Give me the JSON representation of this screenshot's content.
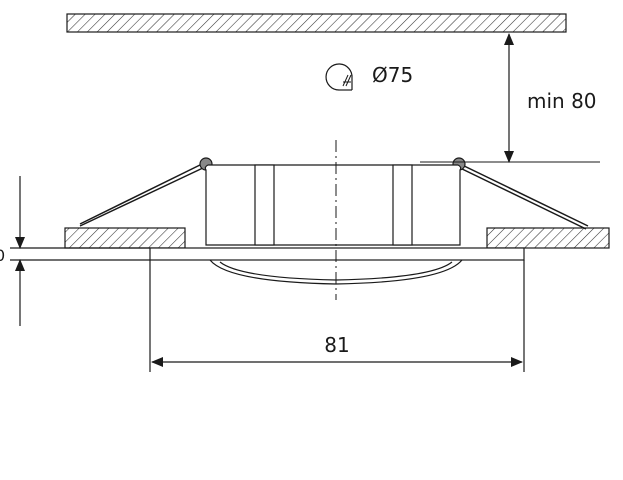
{
  "labels": {
    "cutout_diameter": "Ø75",
    "min_clearance": "min 80",
    "overall_width": "81",
    "left_edge_fragment": "0"
  },
  "icons": {
    "cutout": "drill-hole-icon"
  },
  "colors": {
    "line": "#1a1a1a",
    "hatch": "#333333",
    "background": "#ffffff"
  }
}
